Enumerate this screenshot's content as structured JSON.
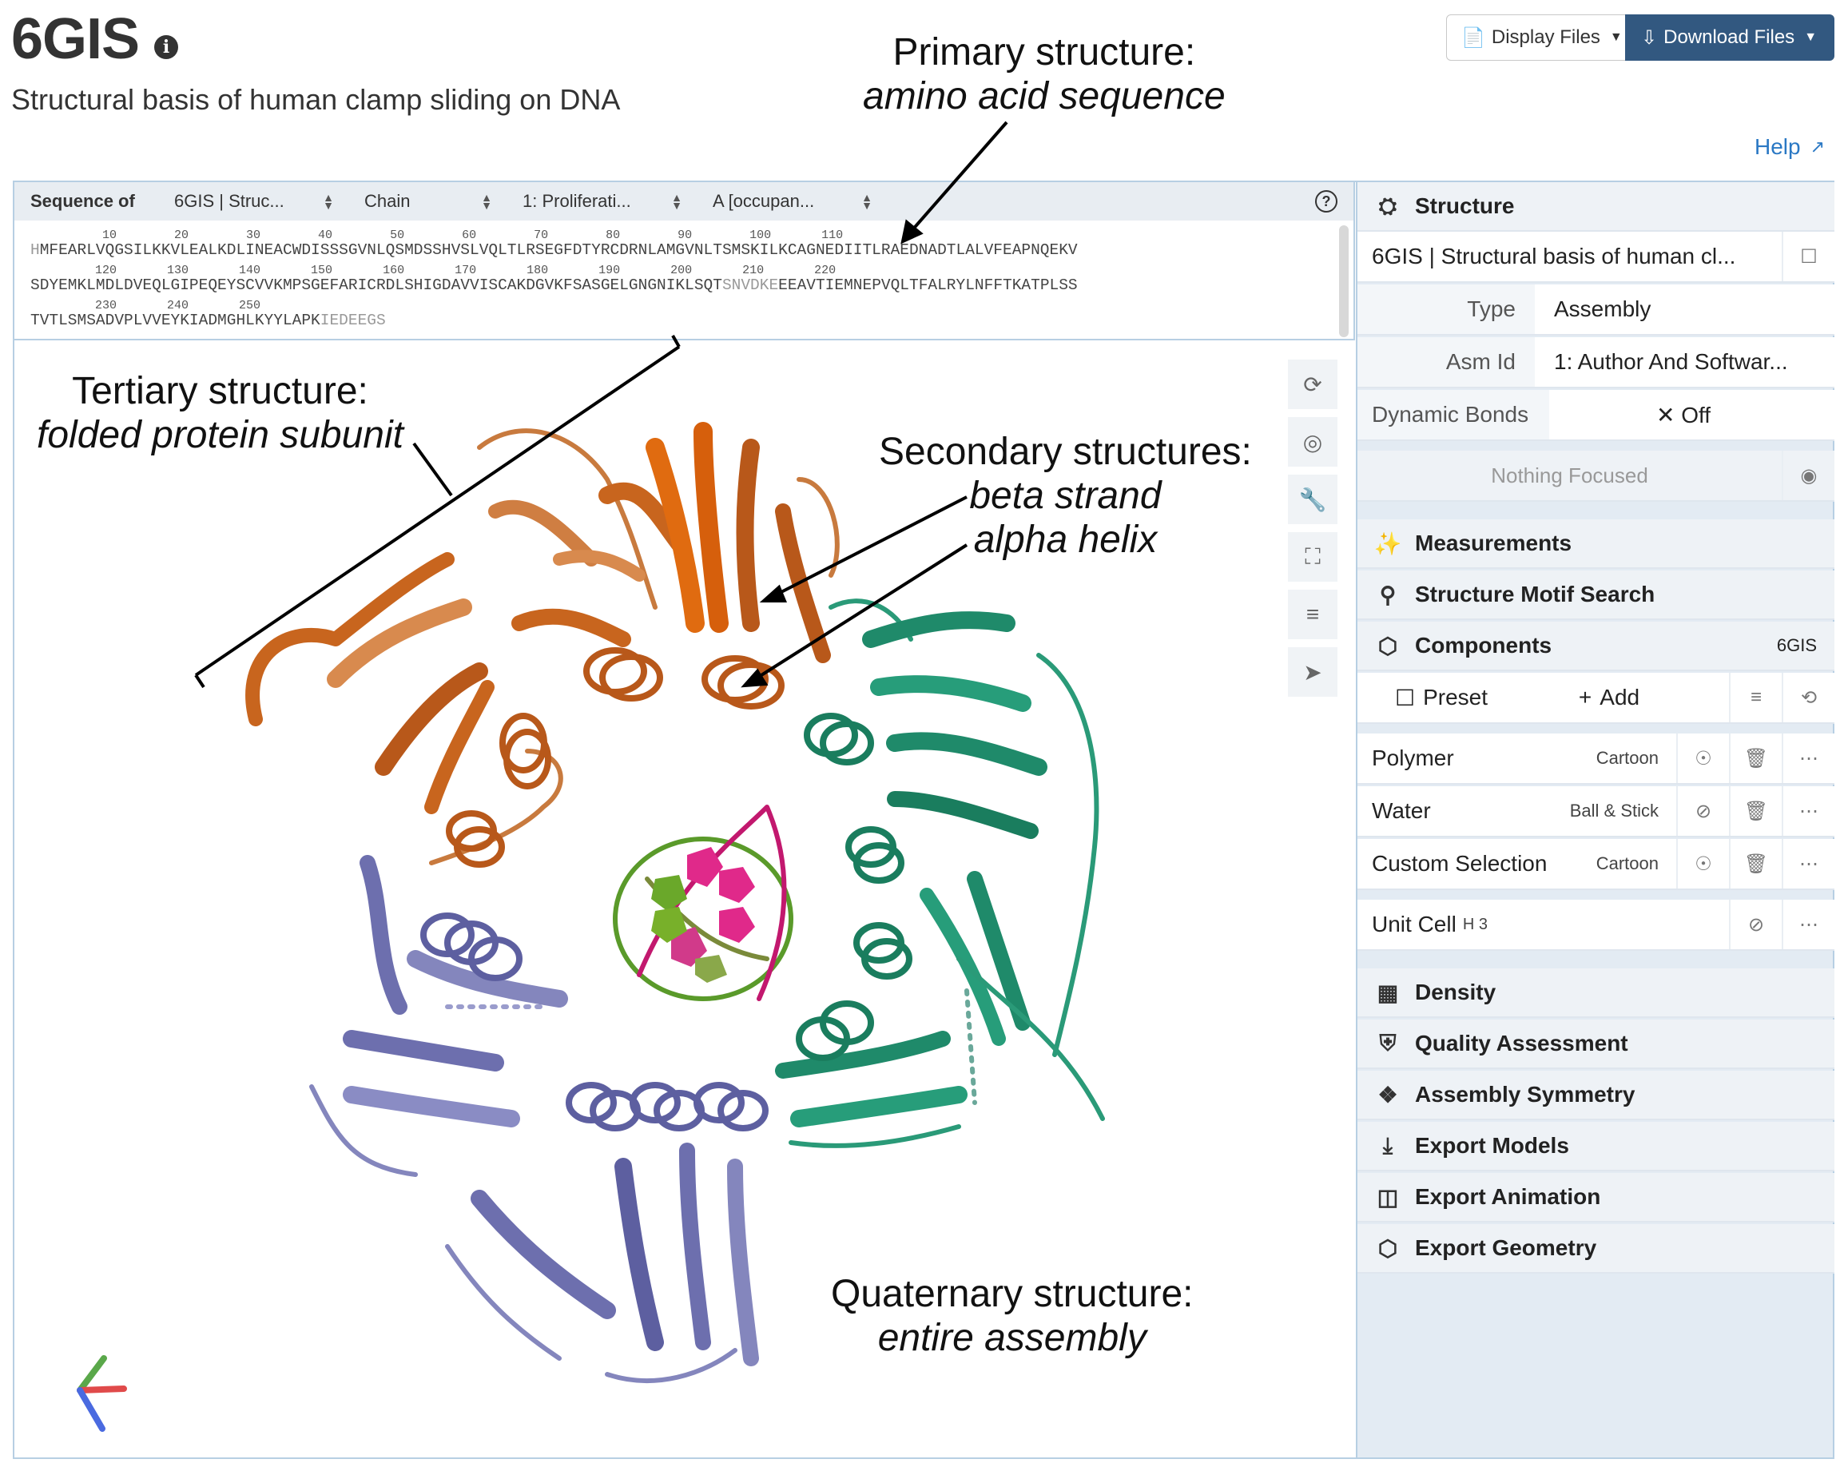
{
  "header": {
    "entry_id": "6GIS",
    "info_icon": "info-icon",
    "title": "Structural basis of human clamp sliding on DNA",
    "display_files": "Display Files",
    "download_files": "Download Files",
    "help": "Help"
  },
  "sequence": {
    "label": "Sequence of",
    "selectors": [
      "6GIS | Struc...",
      "Chain",
      "1: Proliferati...",
      "A [occupan..."
    ],
    "help": "?",
    "line1_numbers": "          10        20        30        40        50        60        70        80        90        100       110",
    "line1": "MFEARLVQGSILKKVLEALKDLINEACWDISSSGVNLQSMDSSHVSLVQLTLRSEGFDTYRCDRNLAMGVNLTSMSKILKCAGNEDIITLRAEDNADTLALVFEAPNQEKV",
    "line1_first": "H",
    "line2_numbers": "         120       130       140       150       160       170       180       190       200       210       220",
    "line2_a": "SDYEMKLMDLDVEQLGIPEQEYSCVVKMPSGEFARICRDLSHIGDAVVISCAKDGVKFSASGELGNGNIKLSQT",
    "line2_dim": "SNVDKE",
    "line2_b": "EEAVTIEMNEPVQLTFALRYLNFFTKATPLSS",
    "line3_numbers": "         230       240       250",
    "line3_a": "TVTLSMSADVPLVVEYKIADMGHLKYYLAPK",
    "line3_dim": "IEDEEGS"
  },
  "annotations": {
    "primary": [
      "Primary structure:",
      "amino acid sequence"
    ],
    "tertiary": [
      "Tertiary structure:",
      "folded protein subunit"
    ],
    "secondary": [
      "Secondary structures:",
      "beta strand",
      "alpha helix"
    ],
    "quaternary": [
      "Quaternary structure:",
      "entire assembly"
    ]
  },
  "viewer_tools": [
    "reset-icon",
    "screenshot-icon",
    "settings-wrench-icon",
    "expand-icon",
    "controls-sliders-icon",
    "select-cursor-icon"
  ],
  "side": {
    "structure": "Structure",
    "structure_name": "6GIS | Structural basis of human cl...",
    "type_label": "Type",
    "type_value": "Assembly",
    "asm_label": "Asm Id",
    "asm_value": "1: Author And Softwar...",
    "bonds_label": "Dynamic Bonds",
    "bonds_value": "Off",
    "focus": "Nothing Focused",
    "measurements": "Measurements",
    "motif": "Structure Motif Search",
    "components": "Components",
    "components_id": "6GIS",
    "preset": "Preset",
    "add": "Add",
    "components_list": [
      {
        "name": "Polymer",
        "type": "Cartoon",
        "visible": true
      },
      {
        "name": "Water",
        "type": "Ball & Stick",
        "visible": false
      },
      {
        "name": "Custom Selection",
        "type": "Cartoon",
        "visible": true
      }
    ],
    "unit_cell": "Unit Cell",
    "unit_cell_sub": "H 3",
    "sections": [
      "Density",
      "Quality Assessment",
      "Assembly Symmetry",
      "Export Models",
      "Export Animation",
      "Export Geometry"
    ]
  },
  "colors": {
    "subunit_orange": "#c8651e",
    "subunit_green": "#1f8a6a",
    "subunit_purple": "#6d6fae",
    "dna_magenta": "#c2186e",
    "dna_green": "#5a9a2a",
    "accent_button": "#325880",
    "link": "#2a78c4"
  }
}
